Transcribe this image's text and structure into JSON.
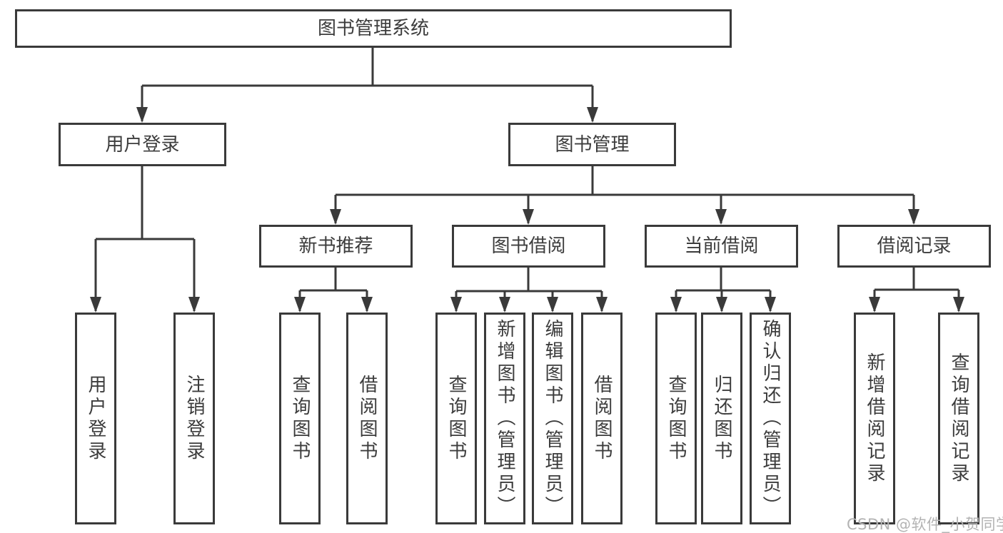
{
  "tree": {
    "root": {
      "label": "图书管理系统"
    },
    "level1": [
      {
        "label": "用户登录",
        "children": [
          {
            "label": "用户登录"
          },
          {
            "label": "注销登录"
          }
        ]
      },
      {
        "label": "图书管理",
        "children": [
          {
            "label": "新书推荐",
            "children": [
              {
                "label": "查询图书"
              },
              {
                "label": "借阅图书"
              }
            ]
          },
          {
            "label": "图书借阅",
            "children": [
              {
                "label": "查询图书"
              },
              {
                "label": "新增图书（管理员）"
              },
              {
                "label": "编辑图书（管理员）"
              },
              {
                "label": "借阅图书"
              }
            ]
          },
          {
            "label": "当前借阅",
            "children": [
              {
                "label": "查询图书"
              },
              {
                "label": "归还图书"
              },
              {
                "label": "确认归还（管理员）"
              }
            ]
          },
          {
            "label": "借阅记录",
            "children": [
              {
                "label": "新增借阅记录"
              },
              {
                "label": "查询借阅记录"
              }
            ]
          }
        ]
      }
    ]
  },
  "watermark": {
    "text": "CSDN @软件_小贺同学"
  },
  "colors": {
    "line": "#3a3a3a",
    "text": "#3c3c3c",
    "watermark": "#b3b3b3",
    "background": "#ffffff"
  }
}
